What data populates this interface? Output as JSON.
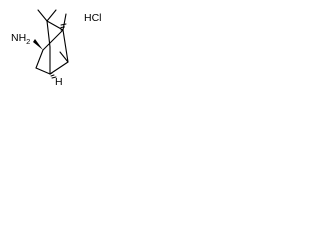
{
  "molecule": {
    "amine_label": "NH2",
    "amine_label_main": "NH",
    "amine_label_subscript": "2",
    "salt_label": "HCl",
    "stereo_h_label": "H"
  },
  "colors": {
    "bond": "#000000",
    "text": "#000000",
    "background": "#ffffff"
  }
}
